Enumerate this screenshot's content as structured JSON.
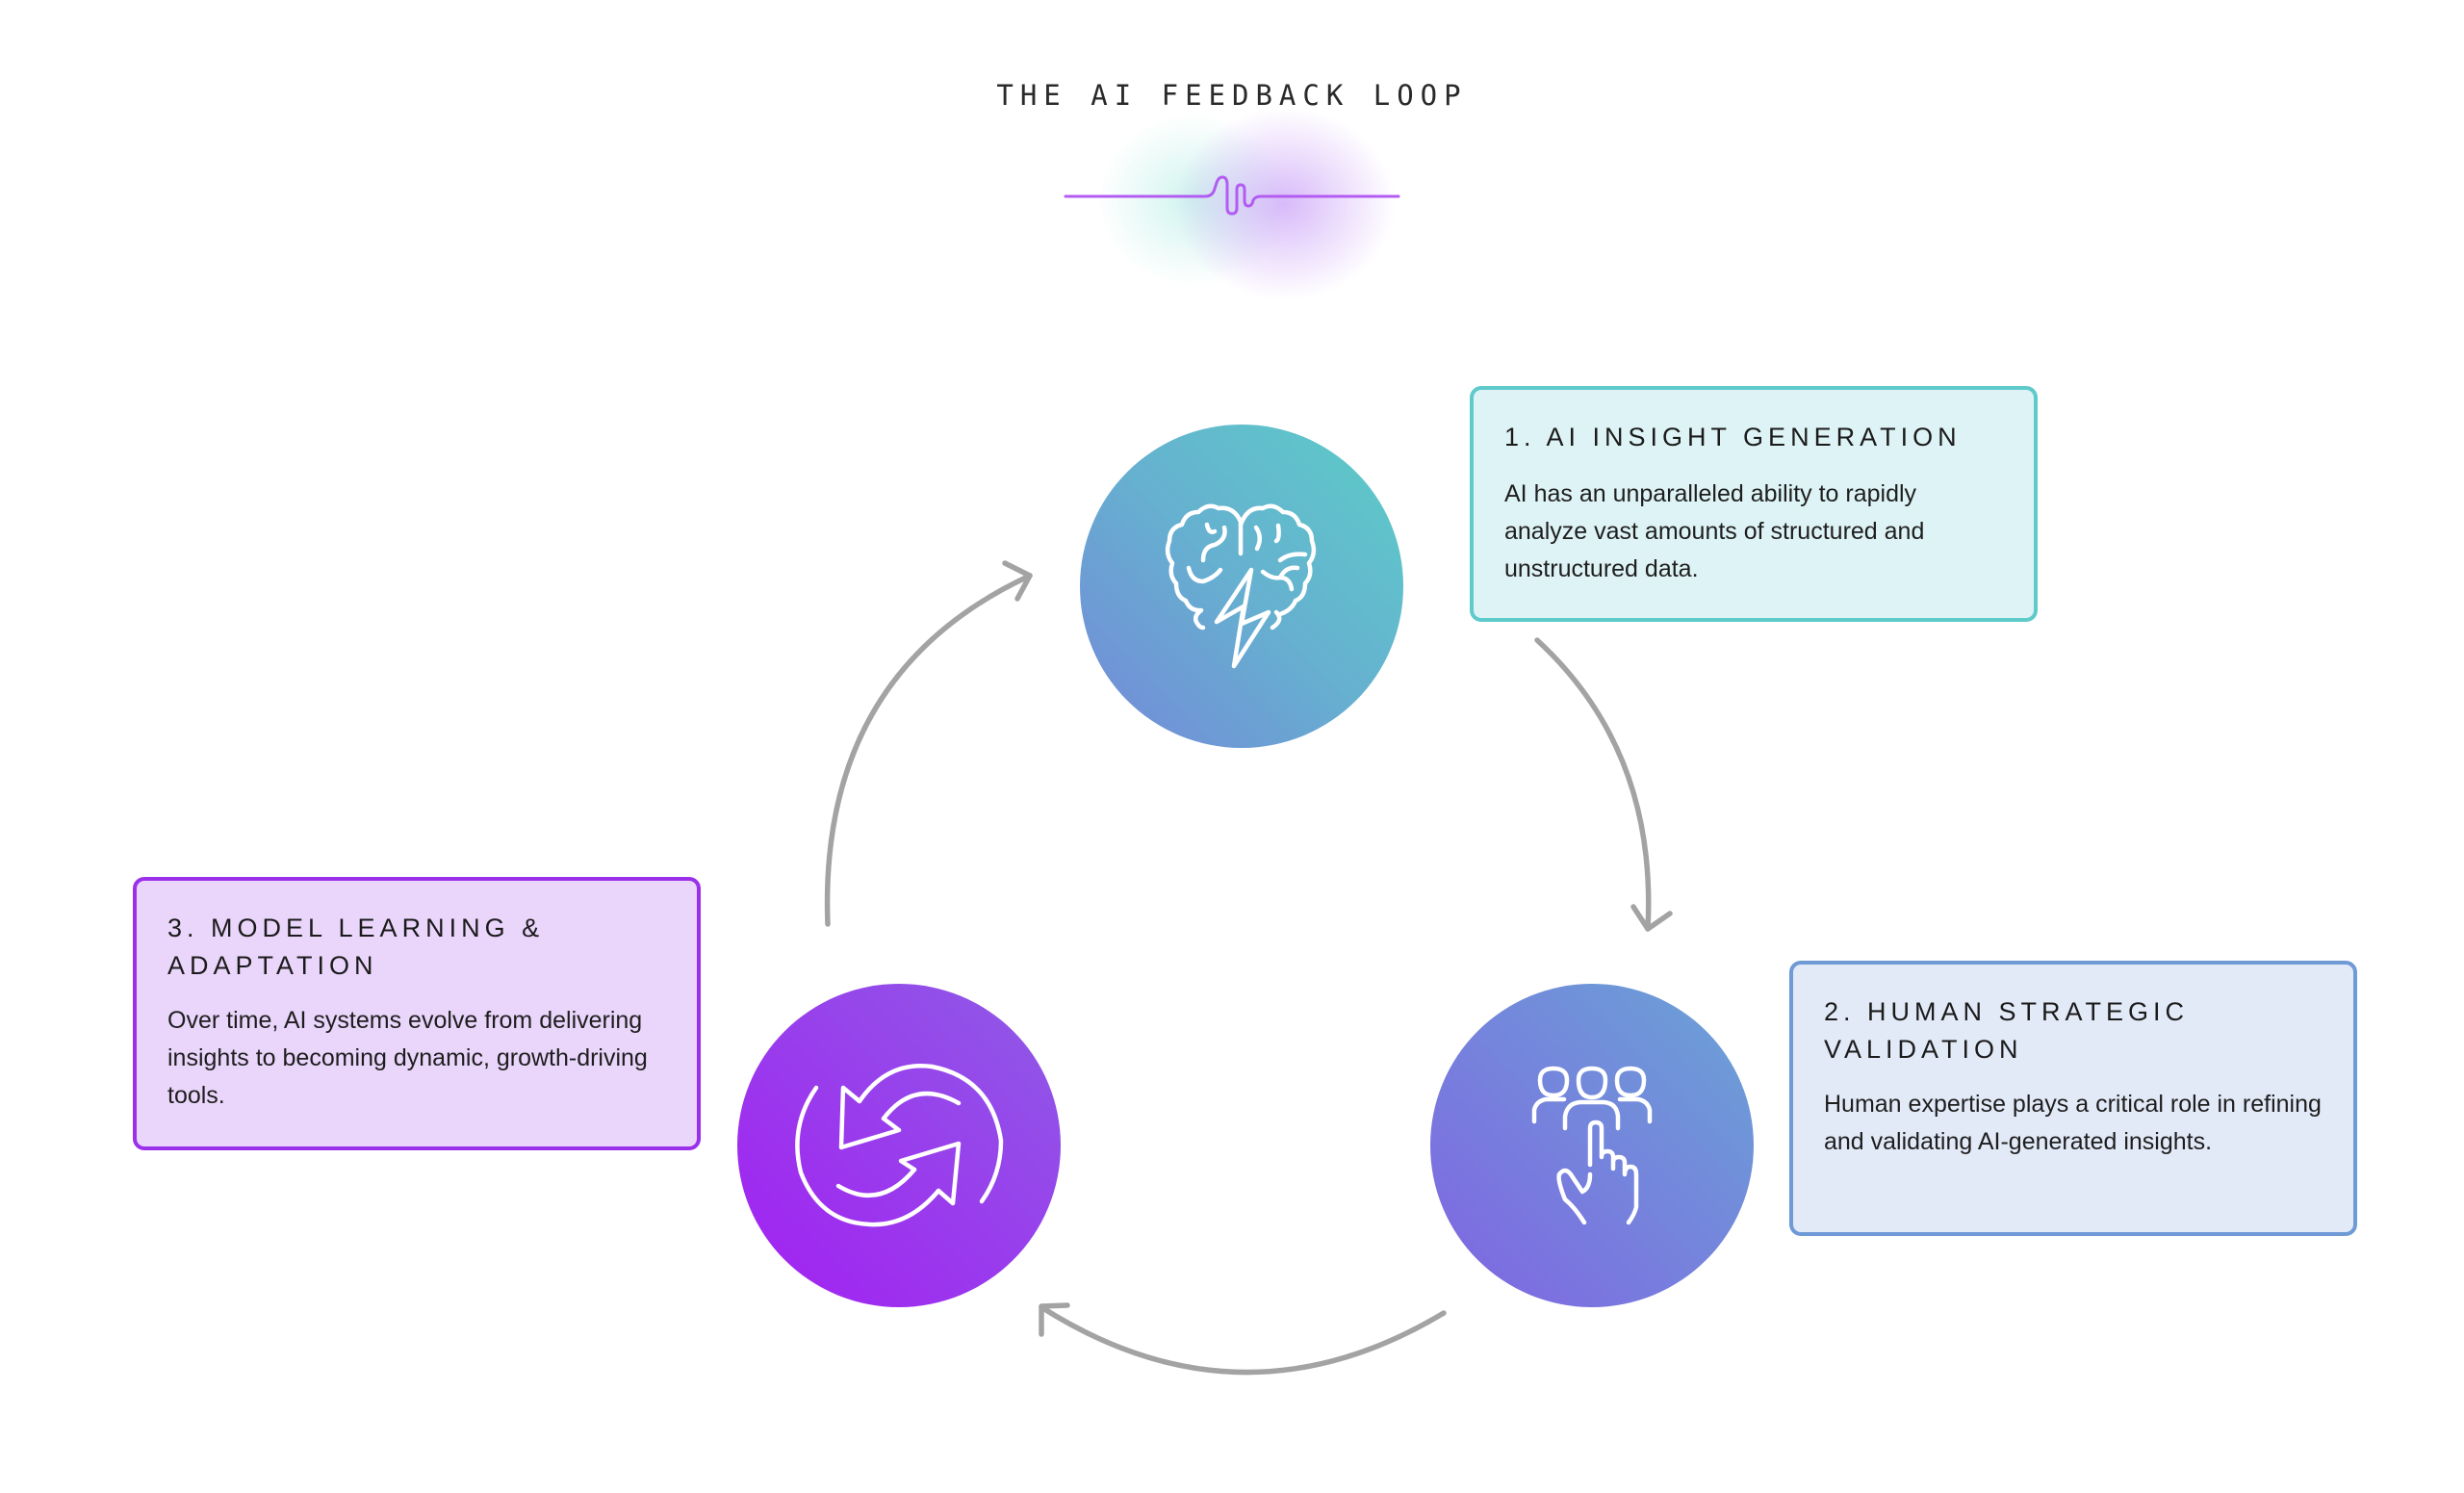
{
  "header": {
    "title": "THE AI FEEDBACK LOOP",
    "divider_icon": "waveform-line-icon",
    "divider_color": "#b05cf0"
  },
  "steps": [
    {
      "number": 1,
      "title": "1. AI INSIGHT GENERATION",
      "description": "AI has an unparalleled ability to rapidly analyze vast amounts of structured and unstructured data.",
      "icon": "brain-lightning-icon",
      "box_border": "#5ecaca",
      "box_fill": "#def3f5",
      "circle_gradient": [
        "#5ccdc7",
        "#7488d9"
      ]
    },
    {
      "number": 2,
      "title": "2. HUMAN STRATEGIC VALIDATION",
      "description": "Human expertise plays a critical role in refining and validating AI-generated insights.",
      "icon": "people-pointing-hand-icon",
      "box_border": "#6f9ad6",
      "box_fill": "#e2e9f7",
      "circle_gradient": [
        "#6aa4d6",
        "#7f6be2"
      ]
    },
    {
      "number": 3,
      "title": "3. MODEL LEARNING & ADAPTATION",
      "description": "Over time, AI systems evolve from delivering insights to becoming dynamic, growth-driving tools.",
      "icon": "refresh-cycle-icon",
      "box_border": "#9b30ea",
      "box_fill": "#ead5fb",
      "circle_gradient": [
        "#8e5be6",
        "#a020f2"
      ]
    }
  ],
  "connectors": {
    "color": "#a3a3a3",
    "flow": [
      "1 → 2",
      "2 → 3",
      "3 → 1"
    ]
  }
}
